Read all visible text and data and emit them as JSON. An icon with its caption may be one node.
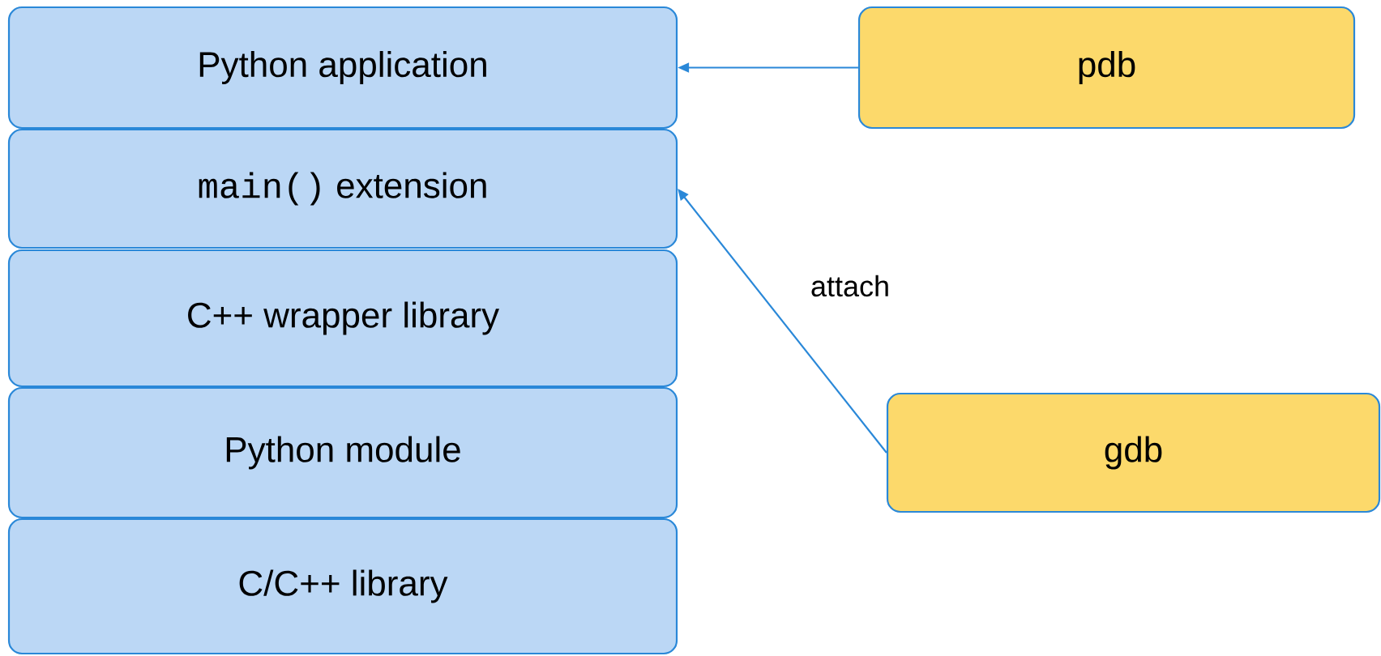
{
  "diagram": {
    "nodes": [
      {
        "text": [
          "Python application"
        ]
      },
      {
        "text": [
          "main()",
          "extension"
        ]
      },
      {
        "text": [
          "C++ wrapper library"
        ]
      },
      {
        "text": [
          "Python module"
        ]
      },
      {
        "text": [
          "C/C++ library"
        ]
      },
      {
        "text": [
          "pdb"
        ]
      },
      {
        "text": [
          "gdb"
        ]
      }
    ],
    "edges": [
      {
        "from": 5,
        "to": 0,
        "arrow": "to"
      },
      {
        "from": 6,
        "to": 1,
        "arrow": "to",
        "label": "attach"
      }
    ]
  }
}
